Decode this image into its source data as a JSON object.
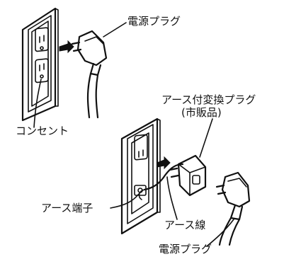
{
  "figure": {
    "top": {
      "power_plug_label": "電源プラグ",
      "outlet_label": "コンセント"
    },
    "bottom": {
      "adapter_label_line1": "アース付変換プラグ",
      "adapter_label_line2": "(市販品)",
      "earth_terminal_label": "アース端子",
      "earth_wire_label": "アース線",
      "power_plug_label": "電源プラグ"
    }
  }
}
